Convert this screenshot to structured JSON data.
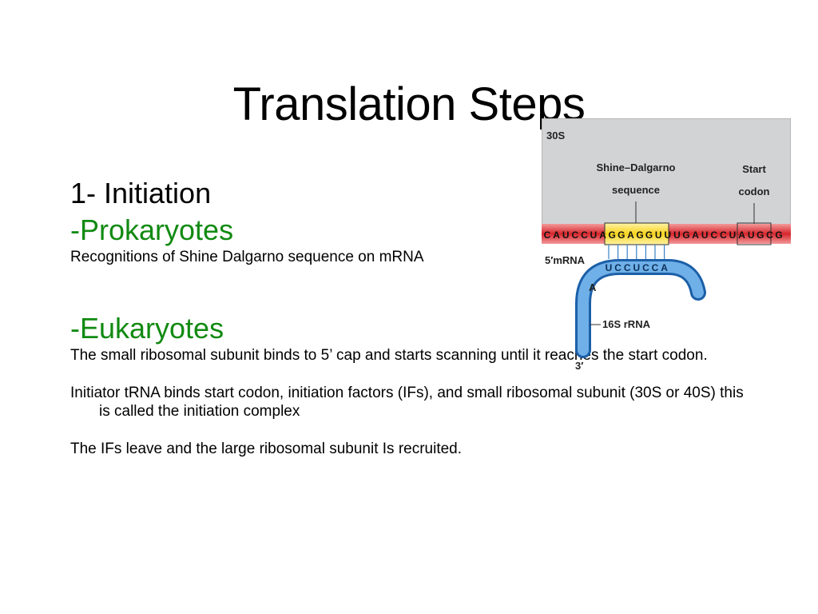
{
  "slide": {
    "title": "Translation Steps",
    "heading_initiation": "1- Initiation",
    "heading_prokaryotes": "-Prokaryotes",
    "prokaryote_text": "Recognitions of Shine Dalgarno  sequence on mRNA",
    "heading_eukaryotes": "-Eukaryotes",
    "eukaryote_paragraphs": [
      "The small ribosomal subunit binds to 5’ cap and starts scanning until it reaches the start codon.",
      "Initiator tRNA binds start codon, initiation factors (IFs), and small ribosomal subunit (30S or 40S) this is called the initiation complex",
      "The IFs leave and the large ribosomal subunit Is recruited."
    ]
  },
  "figure": {
    "subunit_label": "30S",
    "sd_label_line1": "Shine–Dalgarno",
    "sd_label_line2": "sequence",
    "start_label_line1": "Start",
    "start_label_line2": "codon",
    "mrna_label": "5′mRNA",
    "rrna_label": "16S rRNA",
    "rrna_end_label": "3′",
    "mrna_bases": [
      "C",
      "A",
      "U",
      "C",
      "C",
      "U",
      "A",
      "G",
      "G",
      "A",
      "G",
      "G",
      "U",
      "U",
      "U",
      "G",
      "A",
      "U",
      "C",
      "C",
      "U",
      "A",
      "U",
      "G",
      "C",
      "G"
    ],
    "rrna_bases": [
      "U",
      "C",
      "C",
      "U",
      "C",
      "C",
      "A"
    ],
    "rrna_bend_base": "A",
    "colors": {
      "panel": "#d2d3d5",
      "mrna_band": "#d8262d",
      "highlight": "#f7d31c",
      "rrna": "#3a82c8",
      "text_green": "#118a11"
    }
  }
}
